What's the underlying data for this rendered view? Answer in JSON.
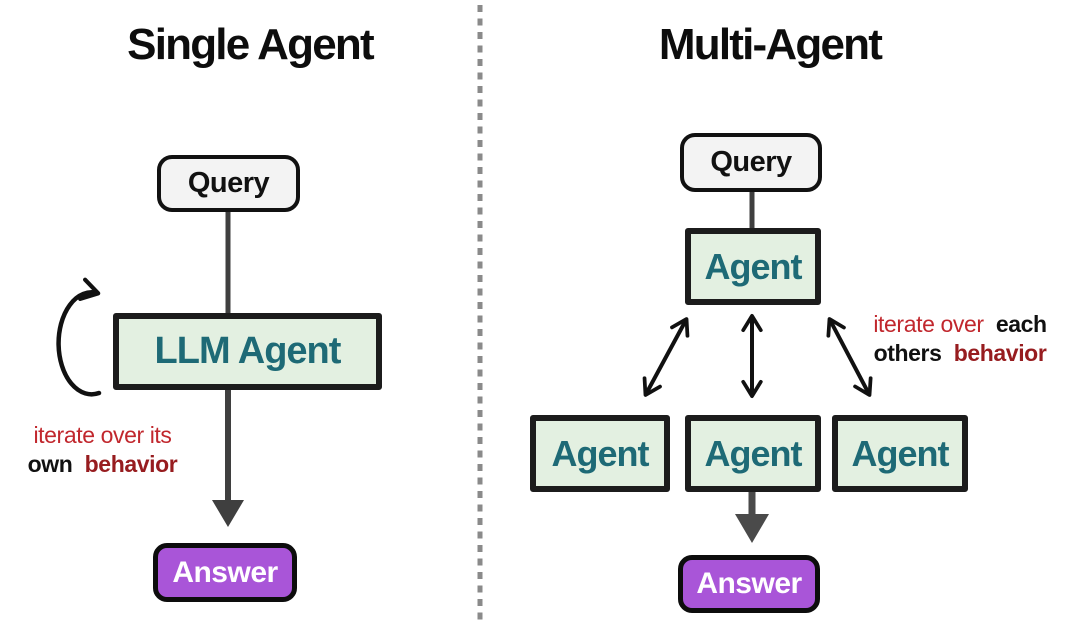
{
  "left": {
    "title": "Single Agent",
    "query": "Query",
    "agent": "LLM Agent",
    "answer": "Answer",
    "annotation": {
      "line1_red": "iterate over its",
      "line2_bold": "own",
      "line2_darkred": "behavior"
    }
  },
  "right": {
    "title": "Multi-Agent",
    "query": "Query",
    "coordinator": "Agent",
    "agents": [
      {
        "label": "Agent"
      },
      {
        "label": "Agent"
      },
      {
        "label": "Agent"
      }
    ],
    "answer": "Answer",
    "annotation": {
      "line1_red": "iterate over",
      "line1_bold": "each",
      "line2_bold": "others",
      "line2_darkred": "behavior"
    }
  },
  "colors": {
    "agent_box_fill": "#e3f0e1",
    "agent_text_teal": "#1e6a76",
    "answer_purple": "#a955d8",
    "annotation_red": "#c1272d",
    "annotation_dark_red": "#971c1f",
    "connector_gray": "#3f3f3f",
    "divider_gray": "#8a8a8a",
    "border_black": "#111111",
    "query_fill": "#f3f3f3"
  }
}
